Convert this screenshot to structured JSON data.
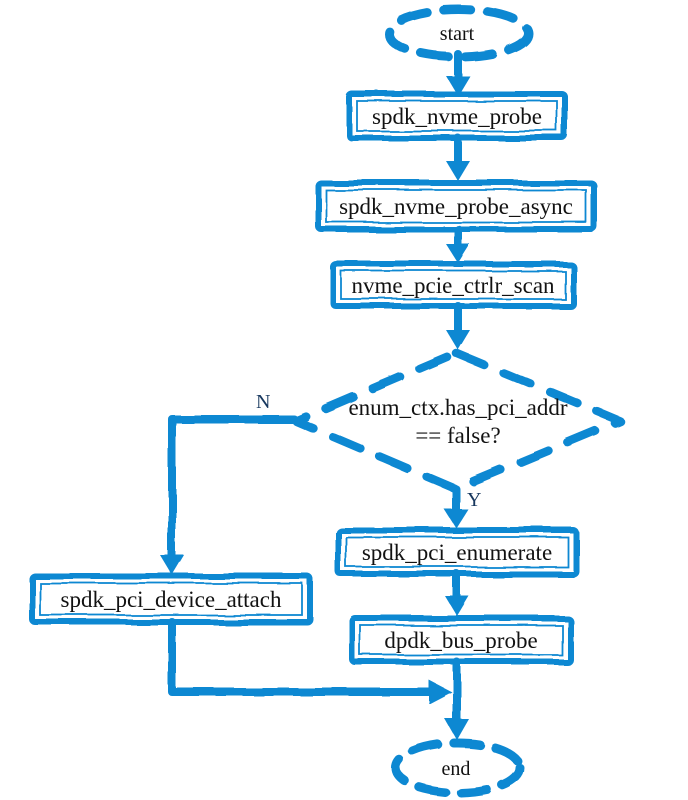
{
  "diagram": {
    "type": "flowchart",
    "style": "hand-drawn-sketch",
    "accent_color": "#1088d2",
    "text_color": "#121212",
    "branch_label_color": "#17375e",
    "background_color": "#ffffff",
    "nodes": {
      "start": {
        "shape": "terminator",
        "label": "start"
      },
      "spdk_nvme_probe": {
        "shape": "process",
        "label": "spdk_nvme_probe"
      },
      "spdk_nvme_probe_async": {
        "shape": "process",
        "label": "spdk_nvme_probe_async"
      },
      "nvme_pcie_ctrlr_scan": {
        "shape": "process",
        "label": "nvme_pcie_ctrlr_scan"
      },
      "decision": {
        "shape": "decision",
        "line1": "enum_ctx.has_pci_addr",
        "line2": "== false?"
      },
      "spdk_pci_enumerate": {
        "shape": "process",
        "label": "spdk_pci_enumerate"
      },
      "dpdk_bus_probe": {
        "shape": "process",
        "label": "dpdk_bus_probe"
      },
      "spdk_pci_device_attach": {
        "shape": "process",
        "label": "spdk_pci_device_attach"
      },
      "end": {
        "shape": "terminator",
        "label": "end"
      }
    },
    "branches": {
      "yes": "Y",
      "no": "N"
    },
    "edges": [
      "start -> spdk_nvme_probe",
      "spdk_nvme_probe -> spdk_nvme_probe_async",
      "spdk_nvme_probe_async -> nvme_pcie_ctrlr_scan",
      "nvme_pcie_ctrlr_scan -> decision",
      "decision -Y-> spdk_pci_enumerate",
      "decision -N-> spdk_pci_device_attach",
      "spdk_pci_enumerate -> dpdk_bus_probe",
      "spdk_pci_device_attach -> end",
      "dpdk_bus_probe -> end"
    ]
  }
}
